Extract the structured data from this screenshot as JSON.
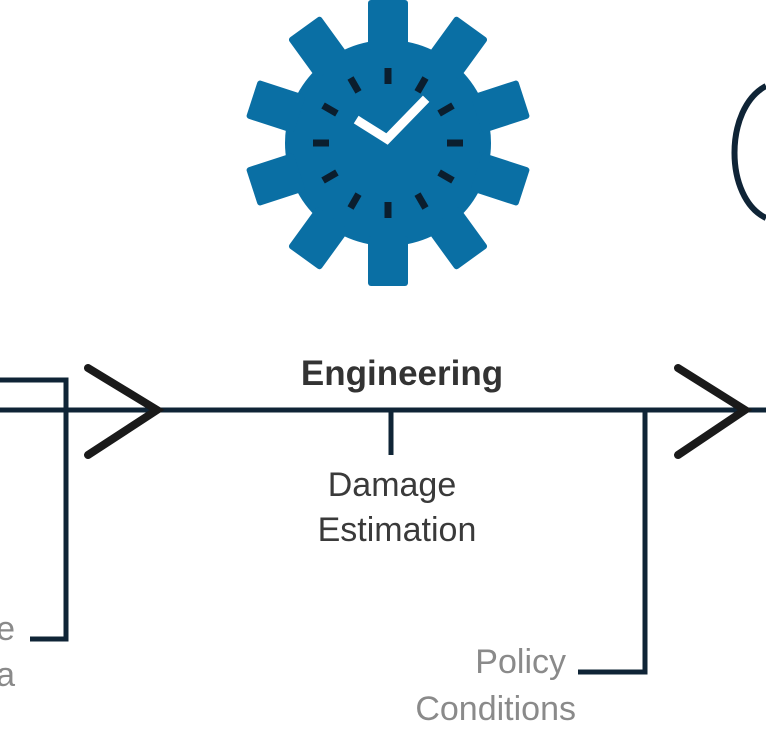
{
  "diagram": {
    "stage_title": "Engineering",
    "damage_estimation": {
      "line1": "Damage",
      "line2": "Estimation"
    },
    "policy_conditions": {
      "line1": "Policy",
      "line2": "Conditions"
    },
    "left_cutoff_label": {
      "line1": "e",
      "line2": "a"
    }
  },
  "icons": {
    "stage_icon": "gear-clock-icon",
    "flow_arrow": "chevron-right-icon"
  },
  "colors": {
    "line": "#0f2436",
    "gear": "#0a6fa4",
    "clock_marks": "#0b1e2e",
    "title_text": "#333333",
    "label_text": "#3a3a3a",
    "muted_label_text": "#8a8a8a"
  }
}
